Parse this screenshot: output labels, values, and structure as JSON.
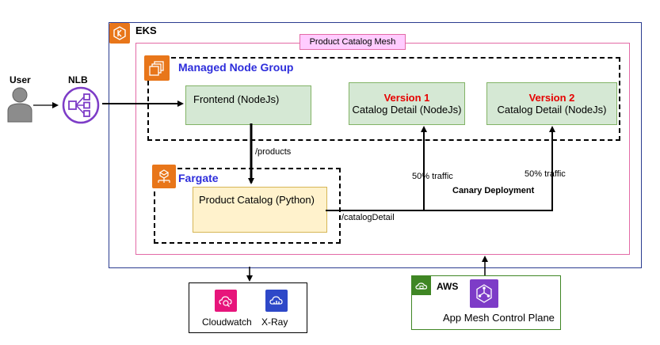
{
  "eks": {
    "label": "EKS"
  },
  "mesh": {
    "label": "Product Catalog Mesh"
  },
  "user": {
    "label": "User"
  },
  "nlb": {
    "label": "NLB"
  },
  "managed_node_group": {
    "label": "Managed Node Group"
  },
  "fargate": {
    "label": "Fargate"
  },
  "frontend": {
    "label": "Frontend (NodeJs)"
  },
  "version1": {
    "title": "Version 1",
    "label": "Catalog Detail (NodeJs)"
  },
  "version2": {
    "title": "Version 2",
    "label": "Catalog Detail (NodeJs)"
  },
  "product_catalog": {
    "label": "Product Catalog (Python)"
  },
  "edges": {
    "products": "/products",
    "catalog_detail": "/catalogDetail",
    "traffic_v1": "50% traffic",
    "traffic_v2": "50% traffic",
    "canary": "Canary Deployment"
  },
  "monitoring": {
    "cloudwatch": "Cloudwatch",
    "xray": "X-Ray"
  },
  "aws": {
    "label": "AWS",
    "control_plane": "App Mesh Control Plane"
  },
  "colors": {
    "eks_border": "#2a3b8f",
    "mesh_border": "#e36aa6",
    "group_title": "#2d2ddb",
    "version_title": "#e60000",
    "green_fill": "#d5e8d4",
    "yellow_fill": "#fff2cc",
    "aws_orange": "#e8761a",
    "aws_green": "#3f8624"
  }
}
